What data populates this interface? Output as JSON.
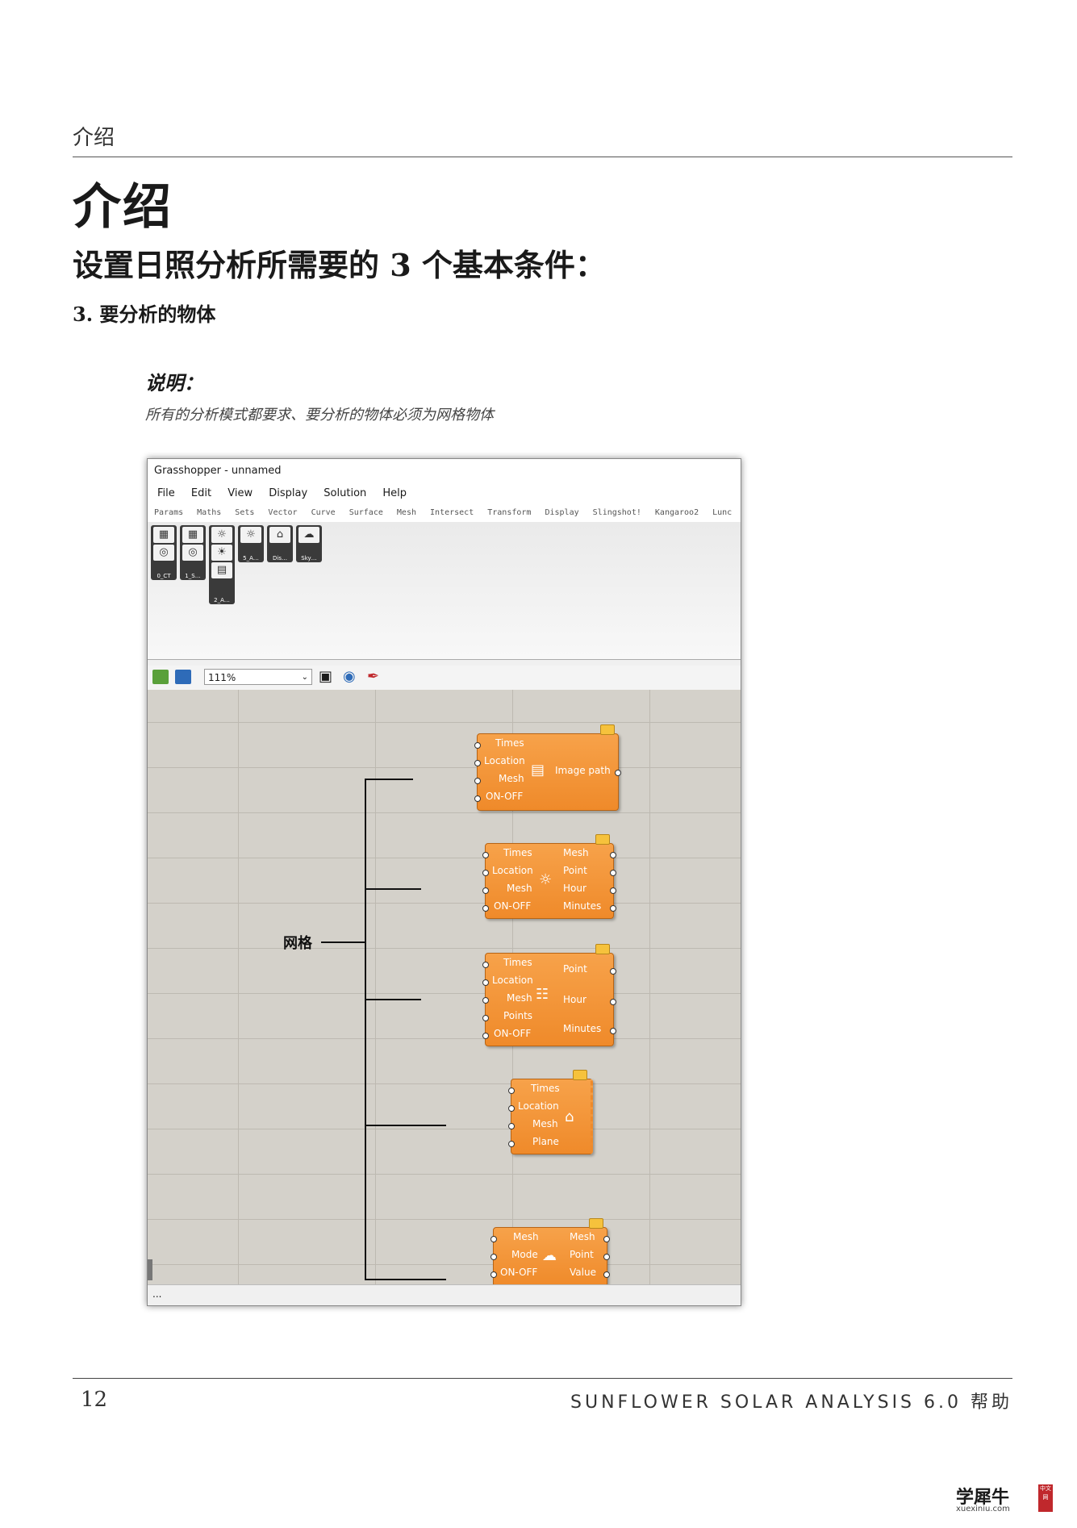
{
  "header": {
    "section_label": "介绍"
  },
  "heading": "介绍",
  "subheading": "设置日照分析所需要的 3 个基本条件：",
  "item": "3.  要分析的物体",
  "note": {
    "title": "说明：",
    "body": "所有的分析模式都要求、要分析的物体必须为网格物体"
  },
  "window": {
    "title": "Grasshopper - unnamed",
    "menu": [
      "File",
      "Edit",
      "View",
      "Display",
      "Solution",
      "Help"
    ],
    "tabs": [
      "Params",
      "Maths",
      "Sets",
      "Vector",
      "Curve",
      "Surface",
      "Mesh",
      "Intersect",
      "Transform",
      "Display",
      "Slingshot!",
      "Kangaroo2",
      "Lunc"
    ],
    "ribbon_groups": [
      {
        "label": "0_CT",
        "icons": [
          "calendar-icon",
          "globe-icon"
        ]
      },
      {
        "label": "1_S…",
        "icons": [
          "calendar-info-icon",
          "globe-icon"
        ]
      },
      {
        "label": "2_A…",
        "icons": [
          "sun-grid-icon",
          "sun-mesh-icon",
          "chart-icon"
        ]
      },
      {
        "label": "5_A…",
        "icons": [
          "sun-analysis-icon"
        ]
      },
      {
        "label": "Dis…",
        "icons": [
          "house-sun-icon"
        ]
      },
      {
        "label": "Sky…",
        "icons": [
          "sky-cloud-icon"
        ]
      }
    ],
    "zoom": "111%",
    "status": "..."
  },
  "diagram": {
    "input_label": "网格",
    "components": [
      {
        "inputs": [
          "Times",
          "Location",
          "Mesh",
          "ON-OFF"
        ],
        "outputs": [
          "Image path"
        ],
        "icon": "image-chart-icon"
      },
      {
        "inputs": [
          "Times",
          "Location",
          "Mesh",
          "ON-OFF"
        ],
        "outputs": [
          "Mesh",
          "Point",
          "Hour",
          "Minutes"
        ],
        "icon": "sun-mesh-icon"
      },
      {
        "inputs": [
          "Times",
          "Location",
          "Mesh",
          "Points",
          "ON-OFF"
        ],
        "outputs": [
          "Point",
          "Hour",
          "Minutes"
        ],
        "icon": "sun-grid-icon"
      },
      {
        "inputs": [
          "Times",
          "Location",
          "Mesh",
          "Plane"
        ],
        "outputs": [],
        "icon": "house-sun-icon"
      },
      {
        "inputs": [
          "Mesh",
          "Mode",
          "ON-OFF"
        ],
        "outputs": [
          "Mesh",
          "Point",
          "Value"
        ],
        "icon": "sky-cloud-icon"
      }
    ]
  },
  "footer": {
    "page_number": "12",
    "title": "SUNFLOWER SOLAR ANALYSIS 6.0 帮助"
  },
  "logo": {
    "main": "学犀牛",
    "sub": "xuexiniu.com",
    "stamp": "中文网"
  }
}
